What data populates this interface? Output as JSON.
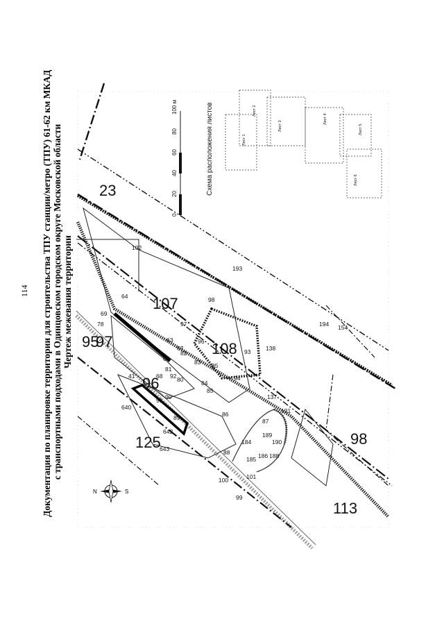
{
  "page_number": "114",
  "title_lines": [
    "Документация по планировке территории для строительства ТПУ станции/метро (ТПУ) 61-62 км МКАД",
    "с транспортными подходами в Одинцовском городском округе Московской области",
    "Чертеж межевания территории"
  ],
  "scale_bar": {
    "ticks": [
      "0",
      "20",
      "40",
      "60",
      "80",
      "100 м"
    ]
  },
  "sheet_scheme": {
    "title": "Схема расположения листов",
    "sheets": [
      "Лист 1",
      "Лист 2",
      "Лист 3",
      "Лист 4",
      "Лист 5",
      "Лист 6"
    ]
  },
  "large_labels": [
    "23",
    "107",
    "95",
    "97",
    "108",
    "96",
    "125",
    "98",
    "113"
  ],
  "small_labels": [
    "102",
    "193",
    "194",
    "154",
    "64",
    "69",
    "78",
    "98",
    "97",
    "63",
    "96",
    "82",
    "66",
    "67",
    "81",
    "93",
    "138",
    "83",
    "95",
    "94",
    "68",
    "92",
    "84",
    "80",
    "85",
    "90",
    "91",
    "41",
    "640",
    "89",
    "86",
    "137",
    "642",
    "191",
    "87",
    "88",
    "184",
    "189",
    "190",
    "185",
    "186",
    "188",
    "643",
    "101",
    "100",
    "99"
  ],
  "compass": {
    "north": "N",
    "south": "S"
  },
  "colors": {
    "ink": "#111111",
    "gray": "#9a9a9a"
  }
}
